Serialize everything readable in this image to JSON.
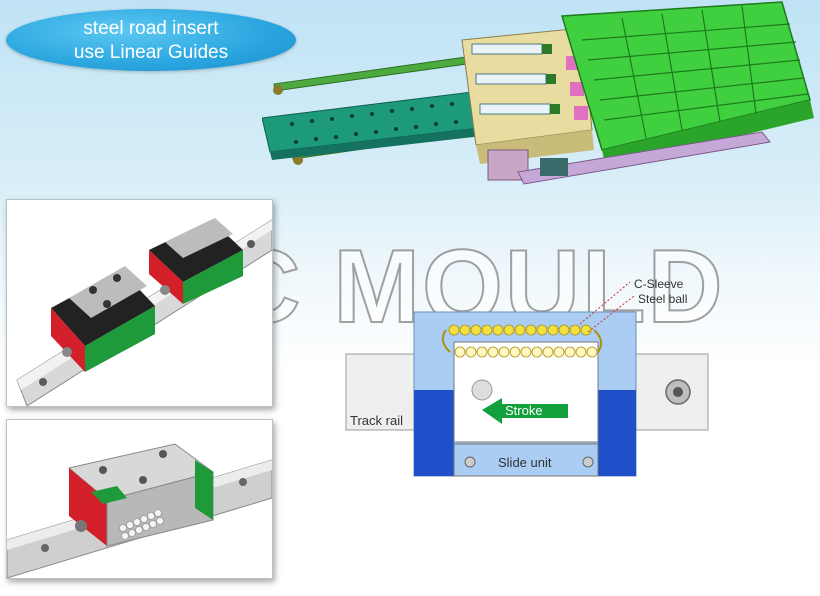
{
  "banner": {
    "line1": "steel road insert",
    "line2": "use  Linear Guides"
  },
  "watermark": "AIC MOULD",
  "diagram": {
    "c_sleeve": "C-Sleeve",
    "steel_ball": "Steel ball",
    "stroke": "Stroke",
    "track_rail": "Track rail",
    "slide_unit": "Slide unit"
  },
  "colors": {
    "banner_fill": "#2aa5df",
    "mould_green": "#3fcf3f",
    "insert_yellow": "#e9dca0",
    "guide_block_green": "#1f9a3a",
    "end_seal_red": "#d21f2a",
    "stroke_arrow": "#12a03c",
    "rail_blue_panel": "#1f4fc9"
  }
}
